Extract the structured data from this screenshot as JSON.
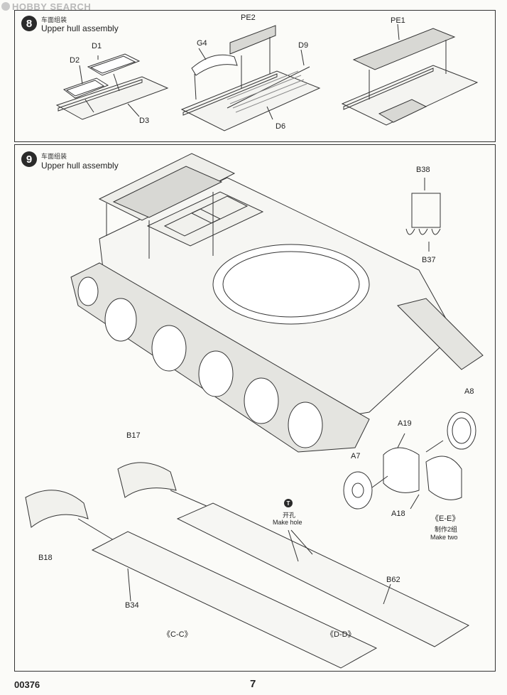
{
  "watermark": {
    "text": "HOBBY SEARCH"
  },
  "step8": {
    "number": "8",
    "title_cn": "车面组装",
    "title_en": "Upper hull assembly",
    "labels": {
      "d1": "D1",
      "d2": "D2",
      "d3": "D3",
      "g4": "G4",
      "pe2": "PE2",
      "d9": "D9",
      "d6": "D6",
      "pe1": "PE1"
    }
  },
  "step9": {
    "number": "9",
    "title_cn": "车面组装",
    "title_en": "Upper hull assembly",
    "labels": {
      "b38": "B38",
      "b37": "B37",
      "a8": "A8",
      "a19": "A19",
      "a7": "A7",
      "a18": "A18",
      "ee": "《E-E》",
      "make_two_cn": "制作2组",
      "make_two_en": "Make two",
      "b17": "B17",
      "b18": "B18",
      "b34": "B34",
      "b62": "B62",
      "cc": "《C-C》",
      "dd": "《D-D》",
      "note_mark": "T",
      "make_hole_cn": "开孔",
      "make_hole_en": "Make hole"
    }
  },
  "footer": {
    "code": "00376",
    "page": "7"
  }
}
